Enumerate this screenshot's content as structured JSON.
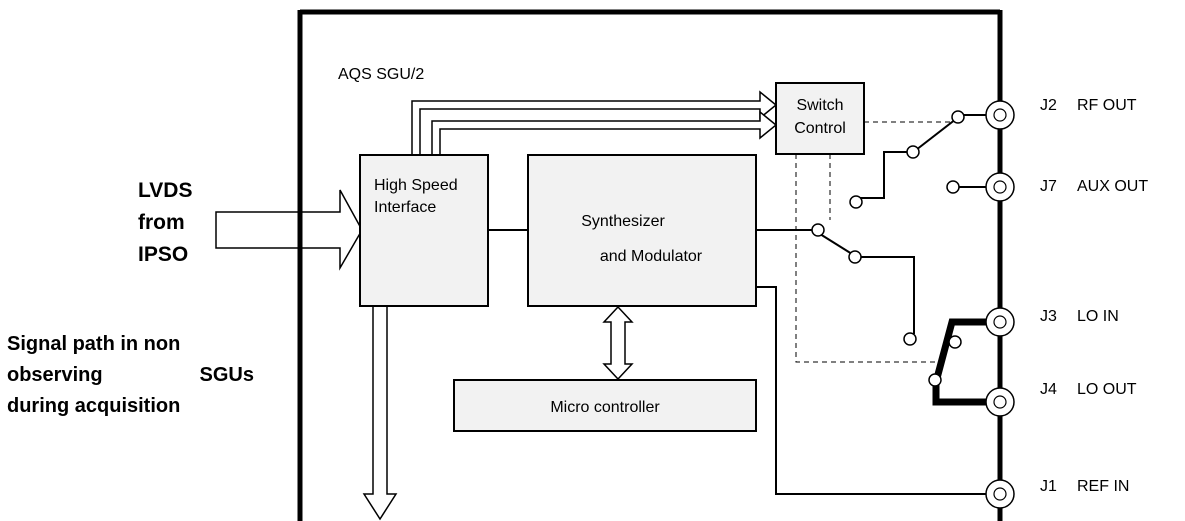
{
  "left_text": {
    "input_lines": [
      "LVDS",
      "from",
      "IPSO"
    ],
    "caption": {
      "line1": "Signal path in non",
      "line2_a": "observing",
      "line2_b": "SGUs",
      "line3": "during acquisition"
    }
  },
  "unit": {
    "name": "AQS SGU/2"
  },
  "blocks": {
    "switch_control": [
      "Switch",
      "Control"
    ],
    "high_speed_interface": [
      "High Speed",
      "Interface"
    ],
    "synthesizer": [
      "Synthesizer",
      "and Modulator"
    ],
    "micro_controller": "Micro controller"
  },
  "connectors": [
    {
      "id": "J2",
      "label": "RF OUT"
    },
    {
      "id": "J7",
      "label": "AUX OUT"
    },
    {
      "id": "J3",
      "label": "LO IN"
    },
    {
      "id": "J4",
      "label": "LO OUT"
    },
    {
      "id": "J1",
      "label": "REF IN"
    }
  ]
}
